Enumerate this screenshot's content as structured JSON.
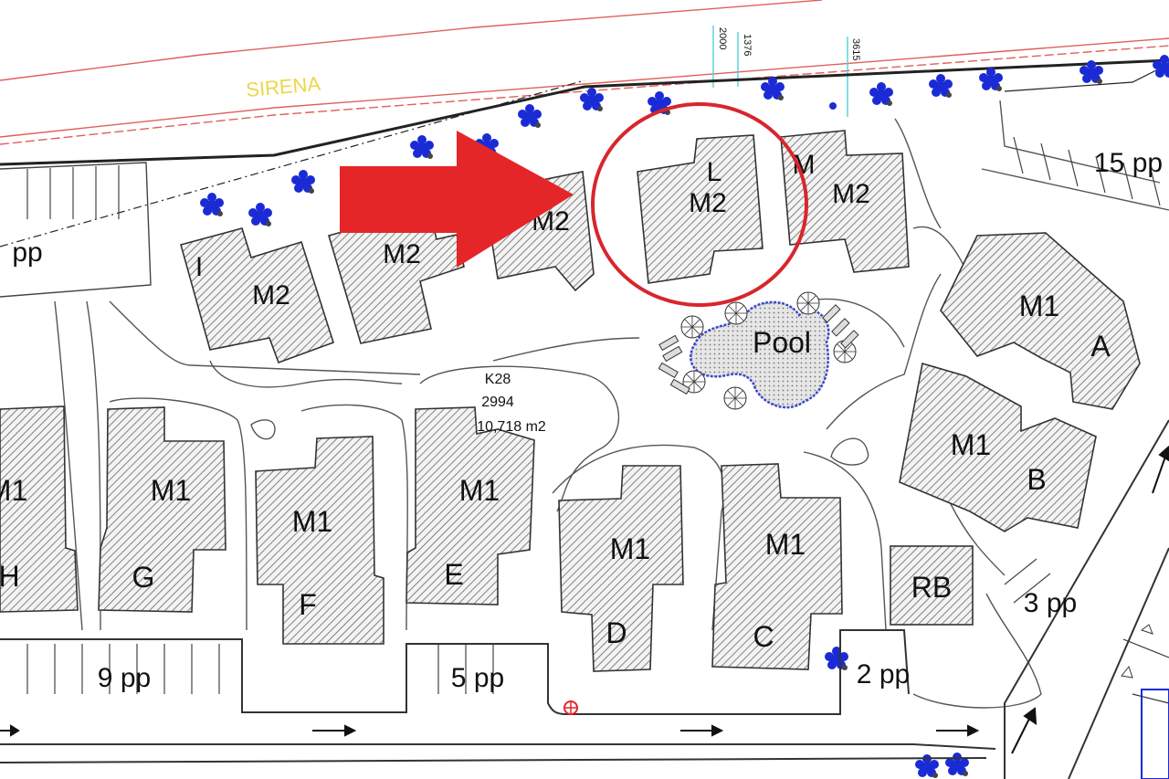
{
  "map": {
    "street_name": "SIRENA",
    "dimensions": [
      "2000",
      "1376",
      "3615"
    ],
    "plot": {
      "id": "K28",
      "number": "2994",
      "area": "10,718 m2"
    },
    "buildings": [
      {
        "type": "M2",
        "letter": "I"
      },
      {
        "type": "M2",
        "letter": ""
      },
      {
        "type": "M2",
        "letter": ""
      },
      {
        "type": "M2",
        "letter": "L"
      },
      {
        "type": "M2",
        "letter": "M"
      },
      {
        "type": "M1",
        "letter": "A"
      },
      {
        "type": "M1",
        "letter": "B"
      },
      {
        "type": "M1",
        "letter": "C"
      },
      {
        "type": "M1",
        "letter": "D"
      },
      {
        "type": "M1",
        "letter": "E"
      },
      {
        "type": "M1",
        "letter": "F"
      },
      {
        "type": "M1",
        "letter": "G"
      },
      {
        "type": "M1",
        "letter": "H"
      },
      {
        "type": "RB",
        "letter": ""
      }
    ],
    "pool_label": "Pool",
    "parking": [
      "pp",
      "9 pp",
      "5 pp",
      "2 pp",
      "3 pp",
      "15 pp"
    ]
  },
  "annotation": {
    "arrow_color": "#e52628",
    "circle_color": "#d8262c",
    "tree_color": "#1a2bd6",
    "boundary_color": "#e0605a"
  }
}
